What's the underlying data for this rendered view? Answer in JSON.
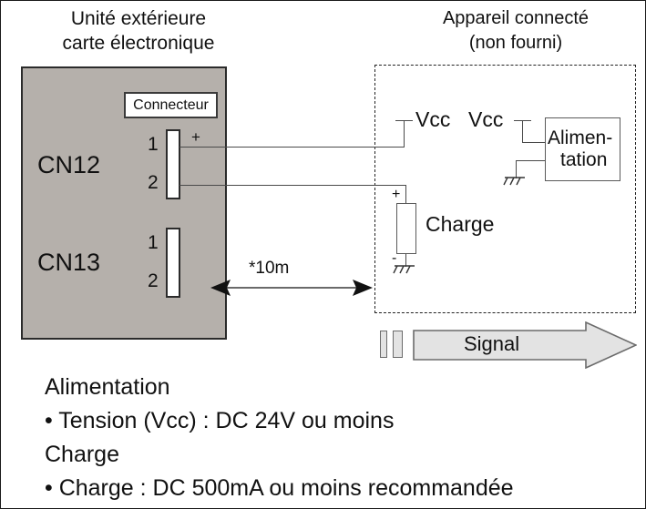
{
  "titles": {
    "left_line1": "Unité extérieure",
    "left_line2": "carte électronique",
    "right_line1": "Appareil connecté",
    "right_line2": "(non fourni)"
  },
  "board": {
    "connector_label": "Connecteur",
    "connectors": [
      {
        "name": "CN12",
        "pins": [
          "1",
          "2"
        ],
        "plus_sign": "+"
      },
      {
        "name": "CN13",
        "pins": [
          "1",
          "2"
        ]
      }
    ]
  },
  "device": {
    "vcc_left_label": "Vcc",
    "vcc_right_label": "Vcc",
    "power_supply_line1": "Alimen-",
    "power_supply_line2": "tation",
    "load_label": "Charge",
    "load_plus": "+",
    "load_minus": "-"
  },
  "distance": {
    "label": "*10m"
  },
  "signal": {
    "label": "Signal"
  },
  "notes": [
    "Alimentation",
    "• Tension (Vcc) : DC 24V ou moins",
    "Charge",
    "• Charge : DC 500mA ou moins recommandée"
  ],
  "colors": {
    "board_fill": "#b5b0ab",
    "board_stroke": "#2b2b2b",
    "wire": "#4a4a4a",
    "signal_fill": "#e3e3e3",
    "signal_stroke": "#6b6b6b",
    "text": "#111111"
  }
}
